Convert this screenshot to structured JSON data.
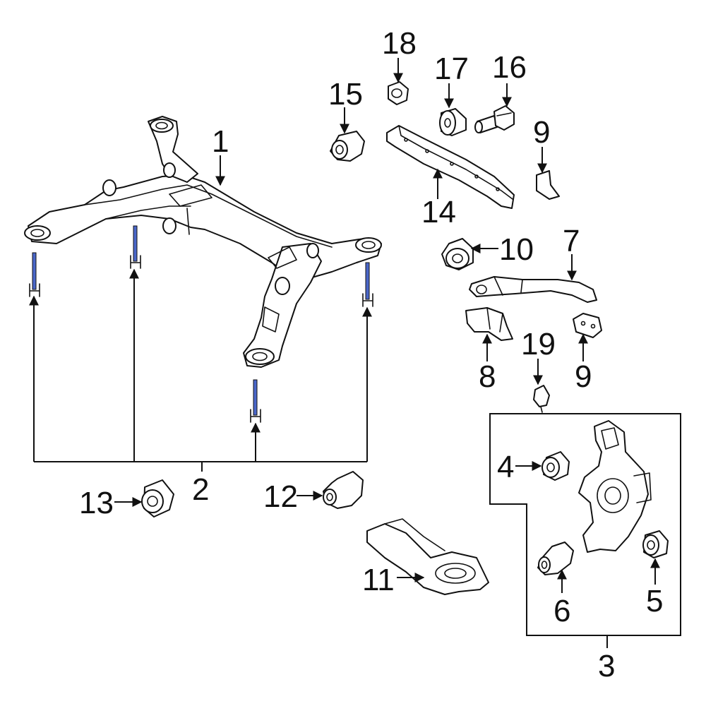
{
  "colors": {
    "background": "#ffffff",
    "line": "#111111",
    "bolt_highlight": "#4a67c9"
  },
  "callouts": {
    "c1": "1",
    "c2": "2",
    "c3": "3",
    "c4": "4",
    "c5": "5",
    "c6": "6",
    "c7": "7",
    "c8": "8",
    "c9a": "9",
    "c9b": "9",
    "c10": "10",
    "c11": "11",
    "c12": "12",
    "c13": "13",
    "c14": "14",
    "c15": "15",
    "c16": "16",
    "c17": "17",
    "c18": "18",
    "c19": "19"
  }
}
